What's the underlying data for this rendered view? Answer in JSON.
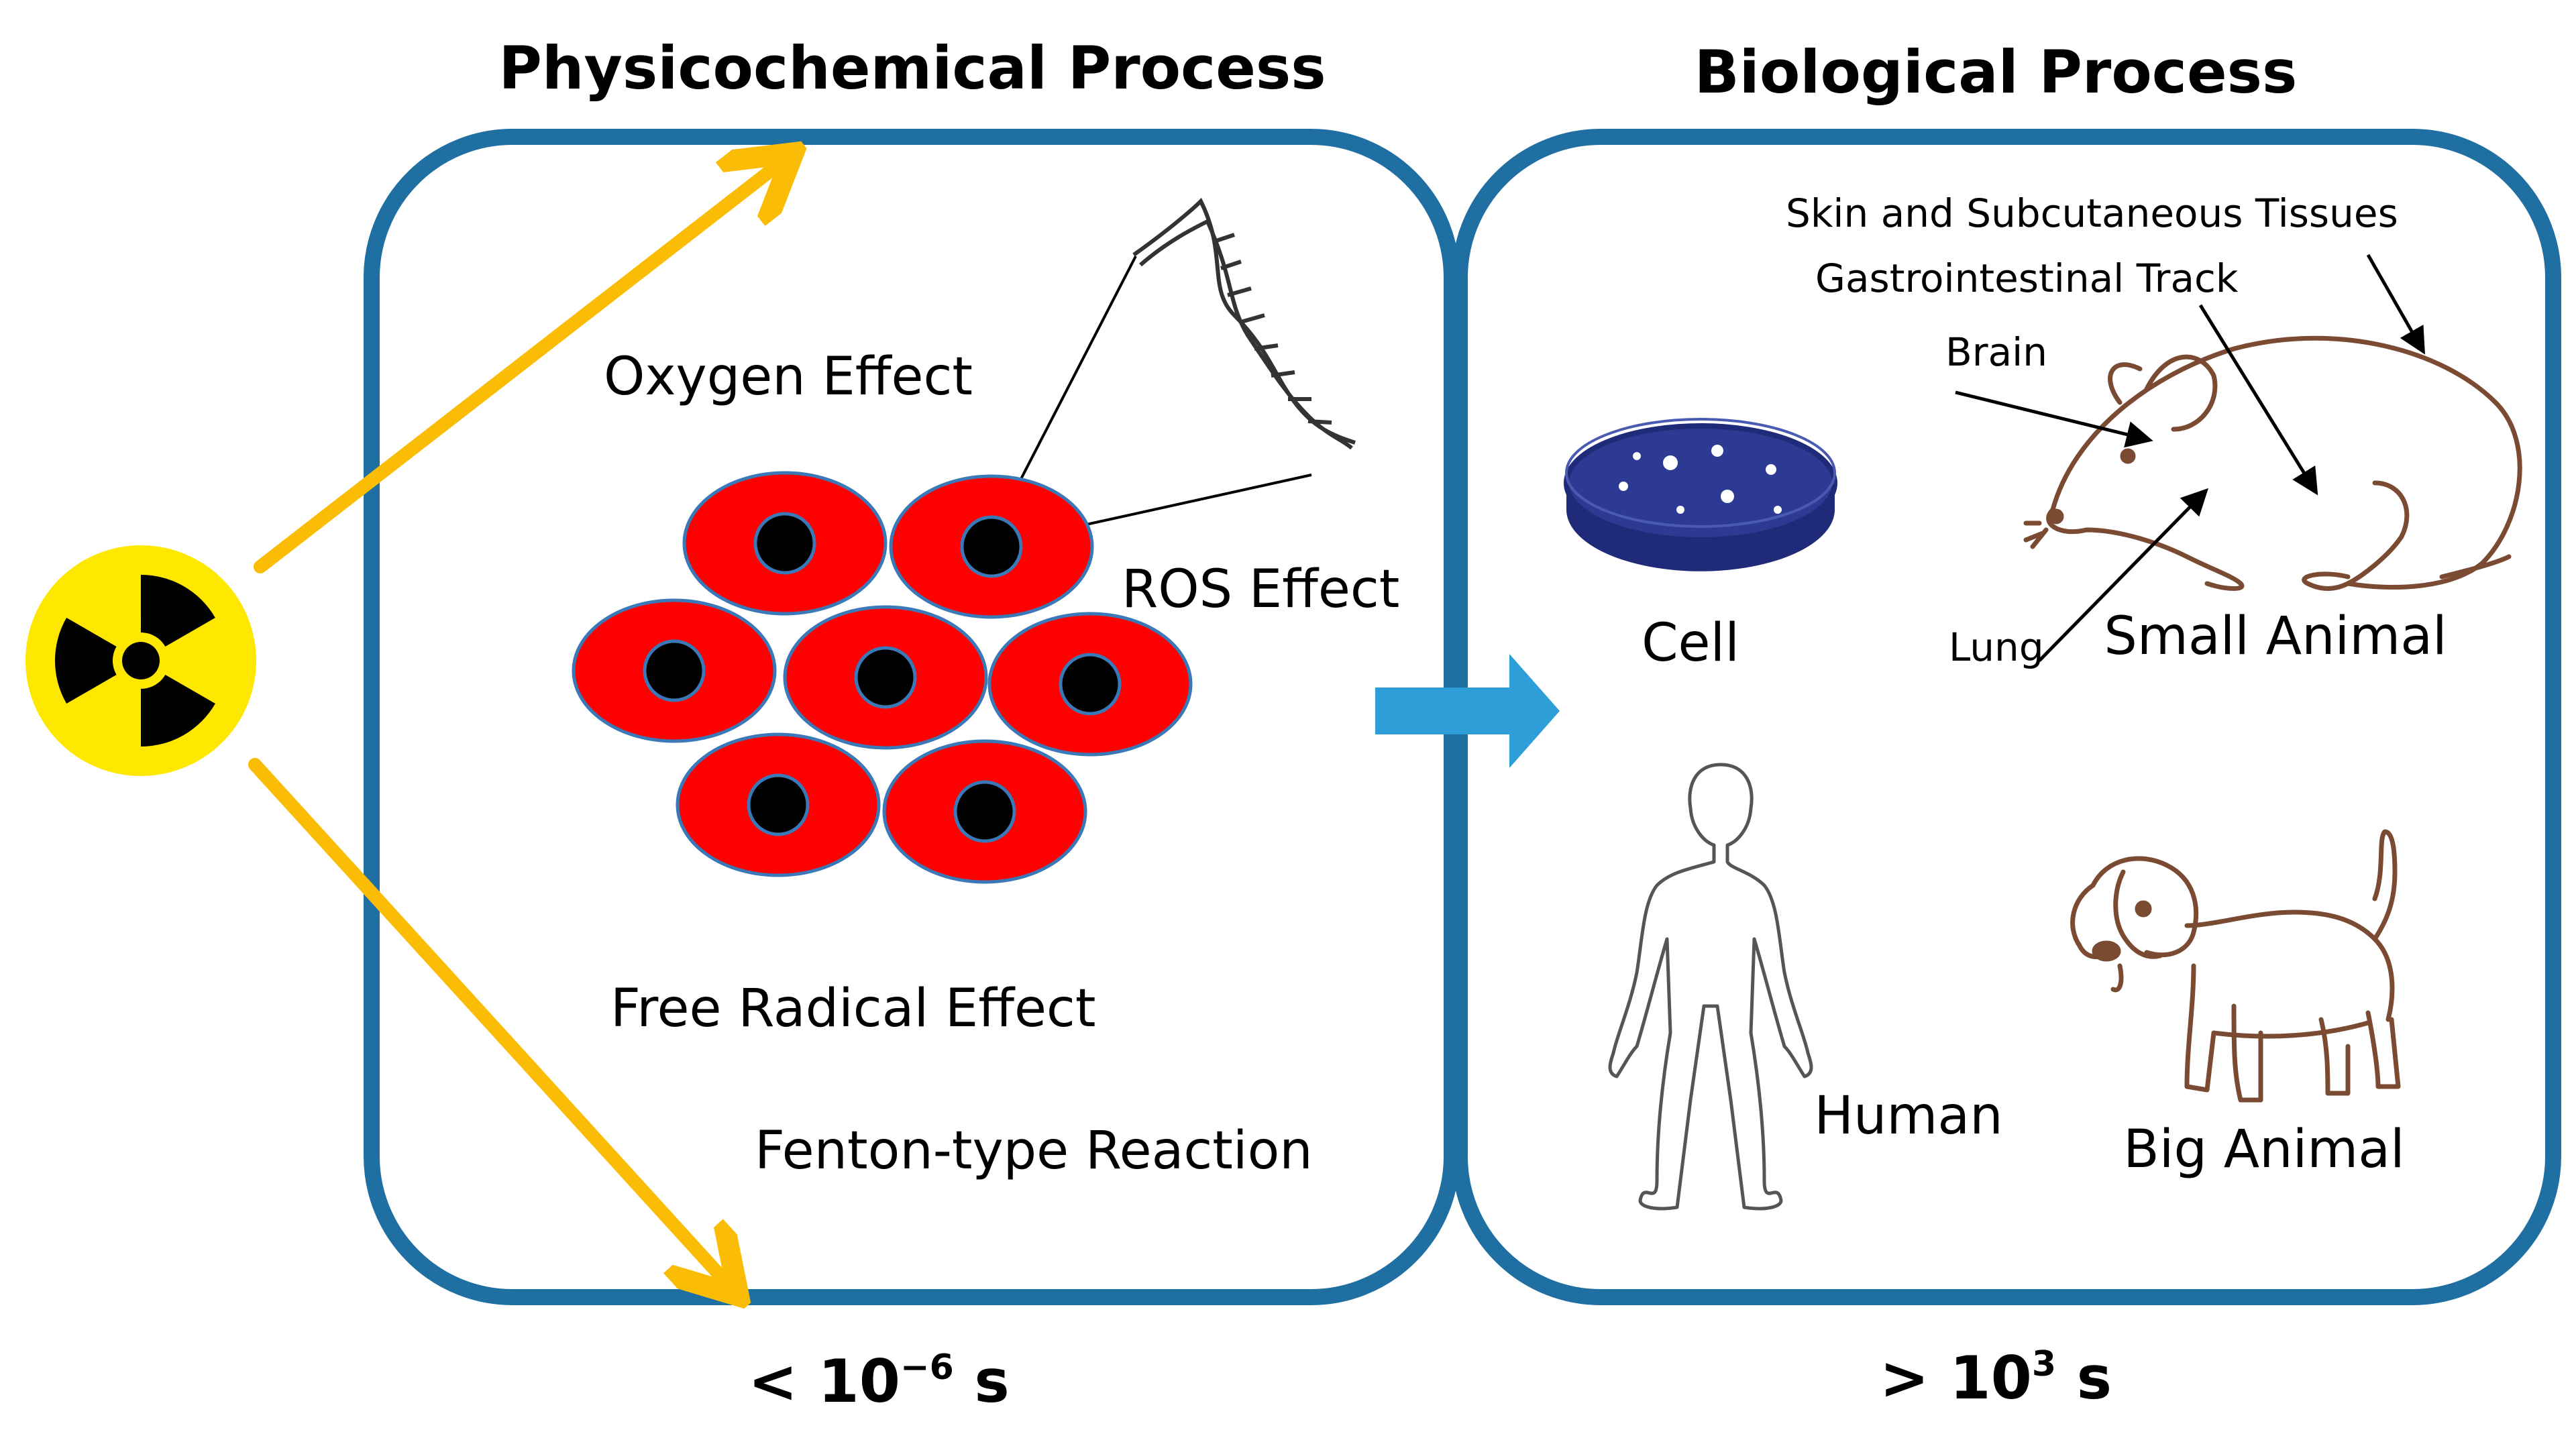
{
  "titles": {
    "physicochemical": "Physicochemical Process",
    "biological": "Biological Process"
  },
  "physicochemical_labels": {
    "oxygen": "Oxygen Effect",
    "ros": "ROS Effect",
    "free_radical": "Free Radical Effect",
    "fenton": "Fenton-type Reaction"
  },
  "biological_labels": {
    "cell": "Cell",
    "small_animal": "Small Animal",
    "human": "Human",
    "big_animal": "Big Animal",
    "skin": "Skin and Subcutaneous Tissues",
    "gastro": "Gastrointestinal Track",
    "brain": "Brain",
    "lung": "Lung"
  },
  "timescales": {
    "left_prefix": "< 10",
    "left_exp": "−6",
    "left_unit": " s",
    "right_prefix": "> 10",
    "right_exp": "3",
    "right_unit": " s"
  },
  "colors": {
    "panel_border": "#1f6fa3",
    "yellow_arrow": "#fbbc05",
    "cell_fill": "#ff0000",
    "cell_border": "#3a78b8",
    "nucleus": "#000000",
    "blue_arrow": "#2e9ed8",
    "radiation_yellow": "#ffe800",
    "petri_dish": "#1f2a78",
    "animal_line": "#7a4a32"
  },
  "icons": [
    "radiation-hazard-icon",
    "dna-helix-icon",
    "petri-dish-icon",
    "rat-icon",
    "human-silhouette-icon",
    "dog-icon"
  ]
}
